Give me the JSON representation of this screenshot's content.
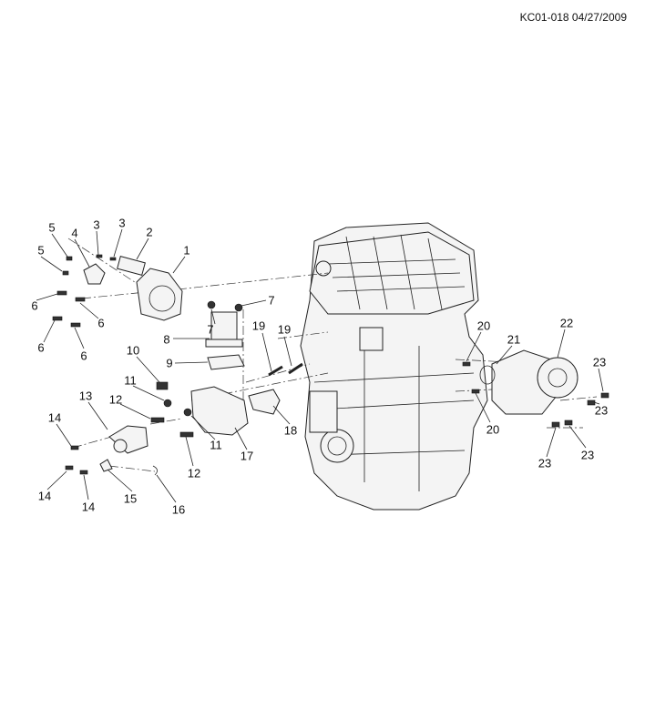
{
  "header": {
    "diagram_id": "KC01-018 04/27/2009"
  },
  "callouts": [
    "1",
    "2",
    "3",
    "3",
    "4",
    "5",
    "5",
    "6",
    "6",
    "6",
    "6",
    "7",
    "7",
    "8",
    "9",
    "10",
    "11",
    "11",
    "12",
    "12",
    "13",
    "14",
    "14",
    "14",
    "15",
    "16",
    "17",
    "18",
    "19",
    "19",
    "20",
    "20",
    "21",
    "22",
    "23",
    "23",
    "23",
    "23"
  ]
}
